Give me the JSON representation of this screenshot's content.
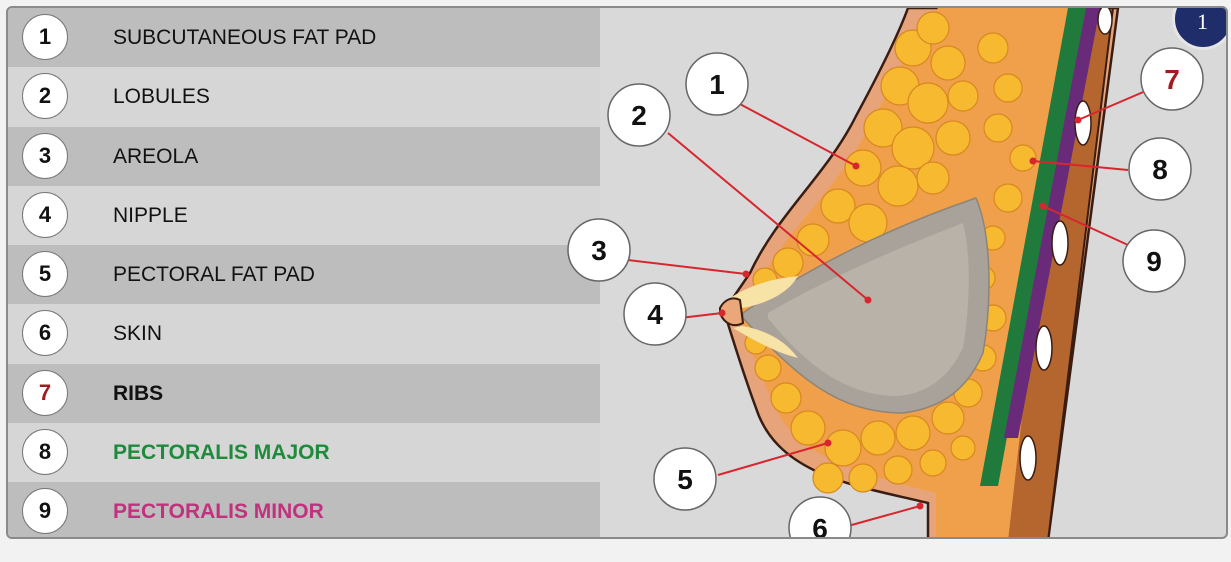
{
  "legend": [
    {
      "num": "1",
      "label": "SUBCUTANEOUS FAT PAD",
      "num_color": "#111111",
      "label_color": "#111111",
      "bold": false
    },
    {
      "num": "2",
      "label": "LOBULES",
      "num_color": "#111111",
      "label_color": "#111111",
      "bold": false
    },
    {
      "num": "3",
      "label": "AREOLA",
      "num_color": "#111111",
      "label_color": "#111111",
      "bold": false
    },
    {
      "num": "4",
      "label": "NIPPLE",
      "num_color": "#111111",
      "label_color": "#111111",
      "bold": false
    },
    {
      "num": "5",
      "label": "PECTORAL FAT PAD",
      "num_color": "#111111",
      "label_color": "#111111",
      "bold": false
    },
    {
      "num": "6",
      "label": "SKIN",
      "num_color": "#111111",
      "label_color": "#111111",
      "bold": false
    },
    {
      "num": "7",
      "label": "RIBS",
      "num_color": "#a11c22",
      "label_color": "#111111",
      "bold": true
    },
    {
      "num": "8",
      "label": "PECTORALIS MAJOR",
      "num_color": "#111111",
      "label_color": "#1f8a3c",
      "bold": true
    },
    {
      "num": "9",
      "label": "PECTORALIS MINOR",
      "num_color": "#111111",
      "label_color": "#c0327e",
      "bold": true
    }
  ],
  "callouts": {
    "c1": "1",
    "c2": "2",
    "c3": "3",
    "c4": "4",
    "c5": "5",
    "c6": "6",
    "c7": "7",
    "c8": "8",
    "c9": "9"
  },
  "corner_badge": "1",
  "colors": {
    "leader_line": "#d8262f",
    "fat": "#f5a623",
    "fat_globule": "#f7c23e",
    "tissue": "#f0a050",
    "skin": "#e9a77a",
    "lobule_center": "#a8a29a",
    "pectoralis_major": "#1f7a3c",
    "pectoralis_minor": "#6a2a7a",
    "rib_muscle": "#b5652e",
    "outline": "#3a1d12"
  }
}
